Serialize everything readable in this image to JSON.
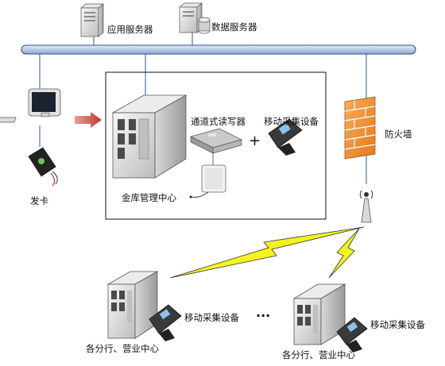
{
  "labels": {
    "app_server": "应用服务器",
    "db_server": "数据服务器",
    "issue_card": "发卡",
    "gold_vault_center": "金库管理中心",
    "channel_reader": "通道式读写器",
    "plus": "+",
    "mobile_device_top": "移动采集设备",
    "firewall": "防火墙",
    "mobile_device_bottom_left": "移动采集设备",
    "ellipsis": "···",
    "mobile_device_bottom_right": "移动采集设备",
    "branch_left": "各分行、营业中心",
    "branch_right": "各分行、营业中心"
  },
  "colors": {
    "bus_fill": "#c5d5ec",
    "bus_stroke": "#2e4d7c",
    "link_line": "#4a74b8",
    "arrow_red": "#c8443c",
    "firewall_orange": "#f4963c",
    "lightning_yellow": "#f3f31e",
    "server_gray": "#d2d2d2"
  }
}
